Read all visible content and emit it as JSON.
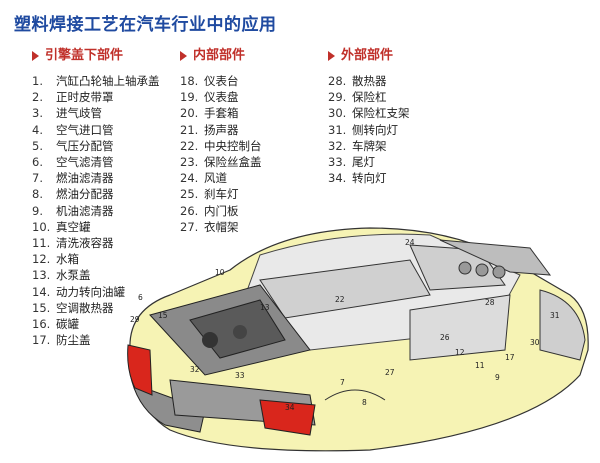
{
  "title": "塑料焊接工艺在汽车行业中的应用",
  "sections": [
    {
      "heading": "引擎盖下部件",
      "items": [
        {
          "num": "1.",
          "label": "汽缸凸轮轴上轴承盖"
        },
        {
          "num": "2.",
          "label": "正时皮带罩"
        },
        {
          "num": "3.",
          "label": "进气歧管"
        },
        {
          "num": "4.",
          "label": "空气进口管"
        },
        {
          "num": "5.",
          "label": "气压分配管"
        },
        {
          "num": "6.",
          "label": "空气滤清管"
        },
        {
          "num": "7.",
          "label": "燃油滤清器"
        },
        {
          "num": "8.",
          "label": "燃油分配器"
        },
        {
          "num": "9.",
          "label": "机油滤清器"
        },
        {
          "num": "10.",
          "label": "真空罐"
        },
        {
          "num": "11.",
          "label": "清洗液容器"
        },
        {
          "num": "12.",
          "label": "水箱"
        },
        {
          "num": "13.",
          "label": "水泵盖"
        },
        {
          "num": "14.",
          "label": "动力转向油罐"
        },
        {
          "num": "15.",
          "label": "空调散热器"
        },
        {
          "num": "16.",
          "label": "碳罐"
        },
        {
          "num": "17.",
          "label": "防尘盖"
        }
      ]
    },
    {
      "heading": "内部部件",
      "items": [
        {
          "num": "18.",
          "label": "仪表台"
        },
        {
          "num": "19.",
          "label": "仪表盘"
        },
        {
          "num": "20.",
          "label": "手套箱"
        },
        {
          "num": "21.",
          "label": "扬声器"
        },
        {
          "num": "22.",
          "label": "中央控制台"
        },
        {
          "num": "23.",
          "label": "保险丝盒盖"
        },
        {
          "num": "24.",
          "label": "风道"
        },
        {
          "num": "25.",
          "label": "刹车灯"
        },
        {
          "num": "26.",
          "label": "内门板"
        },
        {
          "num": "27.",
          "label": "衣帽架"
        }
      ]
    },
    {
      "heading": "外部部件",
      "items": [
        {
          "num": "28.",
          "label": "散热器"
        },
        {
          "num": "29.",
          "label": "保险杠"
        },
        {
          "num": "30.",
          "label": "保险杠支架"
        },
        {
          "num": "31.",
          "label": "侧转向灯"
        },
        {
          "num": "32.",
          "label": "车牌架"
        },
        {
          "num": "33.",
          "label": "尾灯"
        },
        {
          "num": "34.",
          "label": "转向灯"
        }
      ]
    }
  ],
  "callouts": [
    "24",
    "10",
    "6",
    "29",
    "15",
    "32",
    "33",
    "34",
    "13",
    "8",
    "7",
    "27",
    "17",
    "30",
    "31",
    "22",
    "28",
    "26",
    "12",
    "11",
    "9"
  ],
  "colors": {
    "title": "#1f4aa0",
    "heading": "#c0302a",
    "body": "#f6f3b4",
    "bumper": "#8e8e8e",
    "light": "#d9261c",
    "interior": "#d8d8d8"
  }
}
